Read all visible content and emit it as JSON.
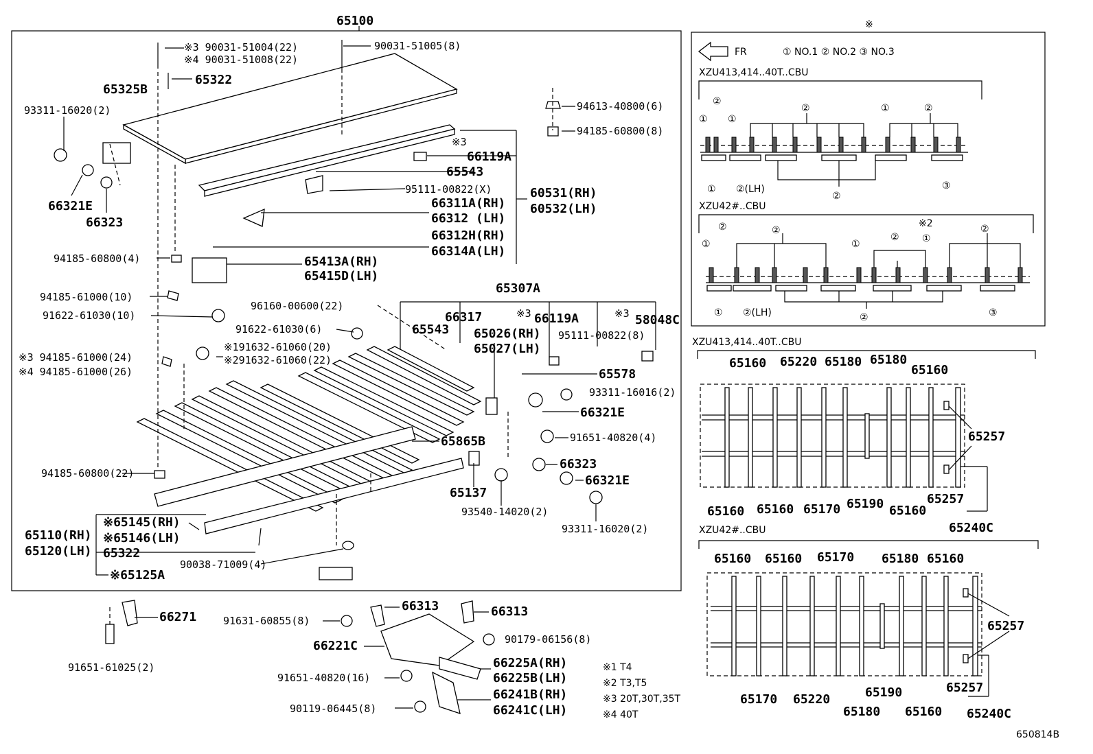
{
  "diagram": {
    "main_title": "65100",
    "figure_code": "650814B",
    "fine_print_mark": "※",
    "left_labels": [
      "※3 90031-51004(22)",
      "※4 90031-51008(22)",
      "90031-51005(8)",
      "65322",
      "65325B",
      "93311-16020(2)",
      "94613-40800(6)",
      "94185-60800(8)",
      "※3",
      "66119A",
      "65543",
      "95111-00822(X)",
      "60531(RH)",
      "60532(LH)",
      "66311A(RH)",
      "66312 (LH)",
      "66312H(RH)",
      "66314A(LH)",
      "66321E",
      "66323",
      "94185-60800(4)",
      "65413A(RH)",
      "65415D(LH)",
      "94185-61000(10)",
      "91622-61030(10)",
      "65307A",
      "96160-00600(22)",
      "66317",
      "※3",
      "66119A",
      "※3",
      "58048C",
      "91622-61030(6)",
      "65543",
      "65026(RH)",
      "65027(LH)",
      "95111-00822(8)",
      "※3 94185-61000(24)",
      "※4 94185-61000(26)",
      "※191632-61060(20)",
      "※291632-61060(22)",
      "65578",
      "93311-16016(2)",
      "66321E",
      "91651-40820(4)",
      "65865B",
      "66323",
      "66321E",
      "94185-60800(22)",
      "65137",
      "93540-14020(2)",
      "93311-16020(2)",
      "※65145(RH)",
      "※65146(LH)",
      "65110(RH)",
      "65120(LH)",
      "65322",
      "90038-71009(4)",
      "※65125A",
      "66271",
      "91651-61025(2)",
      "91631-60855(8)",
      "66313",
      "66313",
      "66221C",
      "90179-06156(8)",
      "66225A(RH)",
      "66225B(LH)",
      "91651-40820(16)",
      "66241B(RH)",
      "90119-06445(8)",
      "66241C(LH)"
    ],
    "notes": [
      "※1 T4",
      "※2 T3,T5",
      "※3 20T,30T,35T",
      "※4 40T"
    ],
    "key_top": {
      "fr_label": "FR",
      "legend": "① NO.1 ② NO.2 ③ NO.3",
      "models_a": "XZU413,414..40T..CBU",
      "models_b": "XZU42#..CBU",
      "callouts": [
        "①",
        "②",
        "①",
        "②",
        "①",
        "②",
        "① ",
        "②(LH)",
        "②",
        "③",
        "②",
        "②",
        "※2",
        "②",
        "①",
        "①",
        "②",
        "①",
        "① ",
        "②(LH)",
        "②",
        "③"
      ]
    },
    "key_mid": {
      "models": "XZU413,414..40T..CBU",
      "labels": [
        "65160",
        "65220",
        "65180",
        "65180",
        "65160",
        "65257",
        "65160",
        "65160",
        "65170",
        "65190",
        "65160",
        "65257",
        "65240C"
      ]
    },
    "key_bot": {
      "models": "XZU42#..CBU",
      "labels": [
        "65160",
        "65160",
        "65170",
        "65180",
        "65160",
        "65257",
        "65170",
        "65220",
        "65180",
        "65190",
        "65160",
        "65257",
        "65240C"
      ]
    }
  }
}
